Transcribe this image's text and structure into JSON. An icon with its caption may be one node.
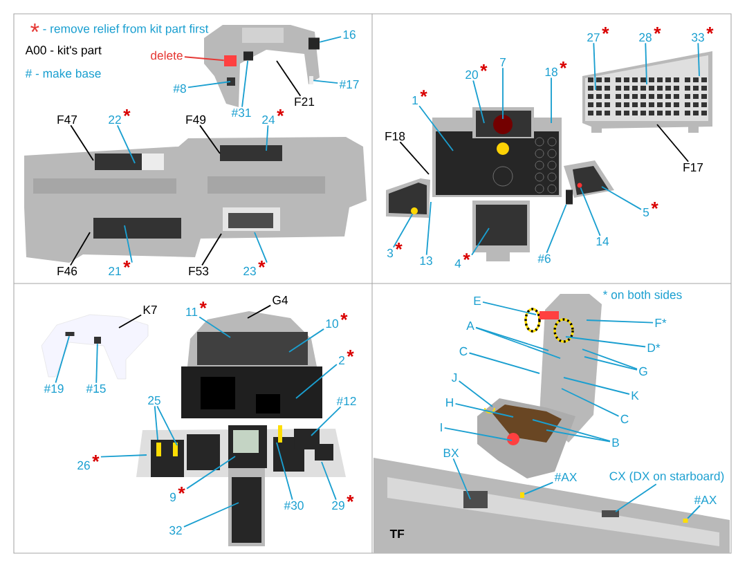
{
  "diagram": {
    "nodes": [
      {
        "text": [
          "delete"
        ]
      },
      {
        "text": [
          "16"
        ]
      },
      {
        "text": [
          "#8"
        ]
      },
      {
        "text": [
          "#31"
        ]
      },
      {
        "text": [
          "F21"
        ]
      },
      {
        "text": [
          "#17"
        ]
      },
      {
        "text": [
          "F47"
        ]
      },
      {
        "text": [
          "22"
        ],
        "beside": [
          "*"
        ]
      },
      {
        "text": [
          "F49"
        ]
      },
      {
        "text": [
          "24"
        ],
        "beside": [
          "*"
        ]
      },
      {
        "text": [
          "F46"
        ]
      },
      {
        "text": [
          "21"
        ],
        "beside": [
          "*"
        ]
      },
      {
        "text": [
          "F53"
        ]
      },
      {
        "text": [
          "23"
        ],
        "beside": [
          "*"
        ]
      },
      {
        "text": [
          "27"
        ],
        "beside": [
          "*"
        ]
      },
      {
        "text": [
          "28"
        ],
        "beside": [
          "*"
        ]
      },
      {
        "text": [
          "33"
        ],
        "beside": [
          "*"
        ]
      },
      {
        "text": [
          "20"
        ],
        "beside": [
          "*"
        ]
      },
      {
        "text": [
          "7"
        ]
      },
      {
        "text": [
          "18"
        ],
        "beside": [
          "*"
        ]
      },
      {
        "text": [
          "1"
        ],
        "beside": [
          "*"
        ]
      },
      {
        "text": [
          "F18"
        ]
      },
      {
        "text": [
          "F17"
        ]
      },
      {
        "text": [
          "3"
        ],
        "beside": [
          "*"
        ]
      },
      {
        "text": [
          "13"
        ]
      },
      {
        "text": [
          "4"
        ],
        "beside": [
          "*"
        ]
      },
      {
        "text": [
          "#6"
        ]
      },
      {
        "text": [
          "14"
        ]
      },
      {
        "text": [
          "5"
        ],
        "beside": [
          "*"
        ]
      },
      {
        "text": [
          "K7"
        ]
      },
      {
        "text": [
          "G4"
        ]
      },
      {
        "text": [
          "11"
        ],
        "beside": [
          "*"
        ]
      },
      {
        "text": [
          "10"
        ],
        "beside": [
          "*"
        ]
      },
      {
        "text": [
          "2"
        ],
        "beside": [
          "*"
        ]
      },
      {
        "text": [
          "#19"
        ]
      },
      {
        "text": [
          "#15"
        ]
      },
      {
        "text": [
          "25"
        ]
      },
      {
        "text": [
          "#12"
        ]
      },
      {
        "text": [
          "26"
        ],
        "beside": [
          "*"
        ]
      },
      {
        "text": [
          "9"
        ],
        "beside": [
          "*"
        ]
      },
      {
        "text": [
          "#30"
        ]
      },
      {
        "text": [
          "29"
        ],
        "beside": [
          "*"
        ]
      },
      {
        "text": [
          "32"
        ]
      },
      {
        "text": [
          "E"
        ]
      },
      {
        "text": [
          "A"
        ]
      },
      {
        "text": [
          "F*"
        ]
      },
      {
        "text": [
          "D*"
        ]
      },
      {
        "text": [
          "C"
        ]
      },
      {
        "text": [
          "G"
        ]
      },
      {
        "text": [
          "K"
        ]
      },
      {
        "text": [
          "C"
        ]
      },
      {
        "text": [
          "J"
        ]
      },
      {
        "text": [
          "H"
        ]
      },
      {
        "text": [
          "I"
        ]
      },
      {
        "text": [
          "B"
        ]
      },
      {
        "text": [
          "BX"
        ]
      },
      {
        "text": [
          "#AX"
        ]
      },
      {
        "text": [
          "CX (DX on starboard)"
        ]
      },
      {
        "text": [
          "#AX"
        ]
      },
      {
        "text": [],
        "shape": "box"
      },
      {
        "text": [],
        "shape": "box"
      },
      {
        "text": [],
        "shape": "box"
      },
      {
        "text": [],
        "shape": "circle"
      },
      {
        "text": [],
        "shape": "circle"
      },
      {
        "text": [],
        "shape": "box"
      },
      {
        "text": [],
        "shape": "box"
      },
      {
        "text": [],
        "shape": "box"
      },
      {
        "text": [],
        "shape": "box"
      },
      {
        "text": [],
        "shape": "box"
      },
      {
        "text": [],
        "shape": "box"
      }
    ],
    "edges": [
      {
        "from": 0,
        "to": 68,
        "arrow": "none",
        "color": "#e53935"
      },
      {
        "from": 1,
        "to": 59,
        "arrow": "none"
      },
      {
        "from": 2,
        "to": null,
        "arrow": "none"
      },
      {
        "from": 3,
        "to": 60,
        "arrow": "none"
      },
      {
        "from": 4,
        "to": null,
        "arrow": "none",
        "color": "#000000"
      },
      {
        "from": 5,
        "to": 61,
        "arrow": "none"
      },
      {
        "from": 6,
        "to": null,
        "arrow": "none",
        "color": "#000000"
      },
      {
        "from": 7,
        "to": null,
        "arrow": "none"
      },
      {
        "from": 8,
        "to": null,
        "arrow": "none",
        "color": "#000000"
      },
      {
        "from": 9,
        "to": null,
        "arrow": "none"
      },
      {
        "from": 10,
        "to": null,
        "arrow": "none",
        "color": "#000000"
      },
      {
        "from": 11,
        "to": null,
        "arrow": "none"
      },
      {
        "from": 12,
        "to": null,
        "arrow": "none",
        "color": "#000000"
      },
      {
        "from": 13,
        "to": null,
        "arrow": "none"
      },
      {
        "from": 14,
        "to": null,
        "arrow": "none"
      },
      {
        "from": 15,
        "to": null,
        "arrow": "none"
      },
      {
        "from": 16,
        "to": null,
        "arrow": "none"
      },
      {
        "from": 17,
        "to": null,
        "arrow": "none"
      },
      {
        "from": 18,
        "to": null,
        "arrow": "none"
      },
      {
        "from": 19,
        "to": null,
        "arrow": "none"
      },
      {
        "from": 20,
        "to": null,
        "arrow": "none"
      },
      {
        "from": 21,
        "to": null,
        "arrow": "none",
        "color": "#000000"
      },
      {
        "from": 22,
        "to": null,
        "arrow": "none",
        "color": "#000000"
      },
      {
        "from": 23,
        "to": 62,
        "arrow": "none"
      },
      {
        "from": 24,
        "to": null,
        "arrow": "none"
      },
      {
        "from": 25,
        "to": null,
        "arrow": "none"
      },
      {
        "from": 26,
        "to": 69,
        "arrow": "none"
      },
      {
        "from": 27,
        "to": 63,
        "arrow": "none"
      },
      {
        "from": 28,
        "to": null,
        "arrow": "none"
      },
      {
        "from": 29,
        "to": null,
        "arrow": "none",
        "color": "#000000"
      },
      {
        "from": 30,
        "to": null,
        "arrow": "none",
        "color": "#000000"
      },
      {
        "from": 31,
        "to": null,
        "arrow": "none"
      },
      {
        "from": 32,
        "to": null,
        "arrow": "none"
      },
      {
        "from": 33,
        "to": null,
        "arrow": "none"
      },
      {
        "from": 34,
        "to": 64,
        "arrow": "none"
      },
      {
        "from": 35,
        "to": 65,
        "arrow": "none"
      },
      {
        "from": 36,
        "to": null,
        "arrow": "none"
      },
      {
        "from": 36,
        "to": null,
        "arrow": "none"
      },
      {
        "from": 37,
        "to": null,
        "arrow": "none"
      },
      {
        "from": 38,
        "to": null,
        "arrow": "none"
      },
      {
        "from": 39,
        "to": null,
        "arrow": "none"
      },
      {
        "from": 40,
        "to": null,
        "arrow": "none"
      },
      {
        "from": 41,
        "to": null,
        "arrow": "none"
      },
      {
        "from": 42,
        "to": null,
        "arrow": "none"
      },
      {
        "from": 43,
        "to": null,
        "arrow": "none"
      },
      {
        "from": 44,
        "to": null,
        "arrow": "none"
      },
      {
        "from": 44,
        "to": null,
        "arrow": "none"
      },
      {
        "from": 45,
        "to": null,
        "arrow": "none"
      },
      {
        "from": 46,
        "to": null,
        "arrow": "none"
      },
      {
        "from": 47,
        "to": null,
        "arrow": "none"
      },
      {
        "from": 48,
        "to": null,
        "arrow": "none"
      },
      {
        "from": 48,
        "to": null,
        "arrow": "none"
      },
      {
        "from": 49,
        "to": null,
        "arrow": "none"
      },
      {
        "from": 50,
        "to": null,
        "arrow": "none"
      },
      {
        "from": 51,
        "to": null,
        "arrow": "none"
      },
      {
        "from": 52,
        "to": null,
        "arrow": "none"
      },
      {
        "from": 53,
        "to": null,
        "arrow": "none"
      },
      {
        "from": 54,
        "to": null,
        "arrow": "none"
      },
      {
        "from": 54,
        "to": null,
        "arrow": "none"
      },
      {
        "from": 55,
        "to": null,
        "arrow": "none"
      },
      {
        "from": 56,
        "to": 66,
        "arrow": "none"
      },
      {
        "from": 57,
        "to": null,
        "arrow": "none"
      },
      {
        "from": 58,
        "to": 67,
        "arrow": "none"
      }
    ],
    "labels": [
      "*",
      "- remove relief from kit part first",
      "A00 - kit's part",
      "# - make base",
      "* on both sides",
      "TF"
    ]
  }
}
